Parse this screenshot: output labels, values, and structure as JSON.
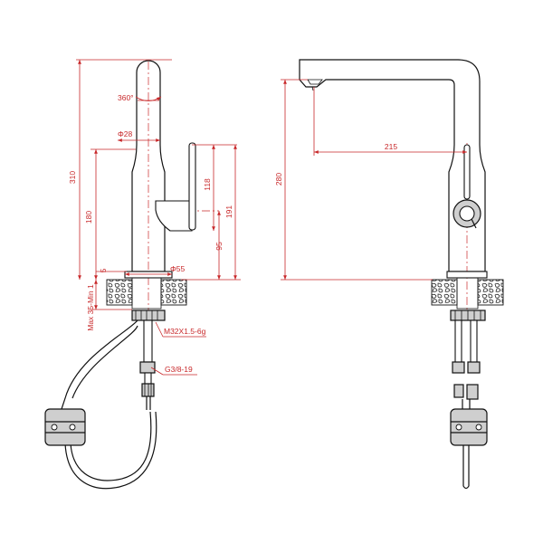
{
  "dimensions": {
    "height_total": "310",
    "height_180": "180",
    "height_118": "118",
    "height_191": "191",
    "height_95": "95",
    "height_5": "5",
    "height_280": "280",
    "reach_215": "215",
    "rotation": "360°",
    "spout_dia": "Φ28",
    "base_dia": "Φ55",
    "deck_thickness": "Max 35-Min 1",
    "thread_main": "M32X1.5-6g",
    "thread_inlet": "G3/8-19"
  }
}
